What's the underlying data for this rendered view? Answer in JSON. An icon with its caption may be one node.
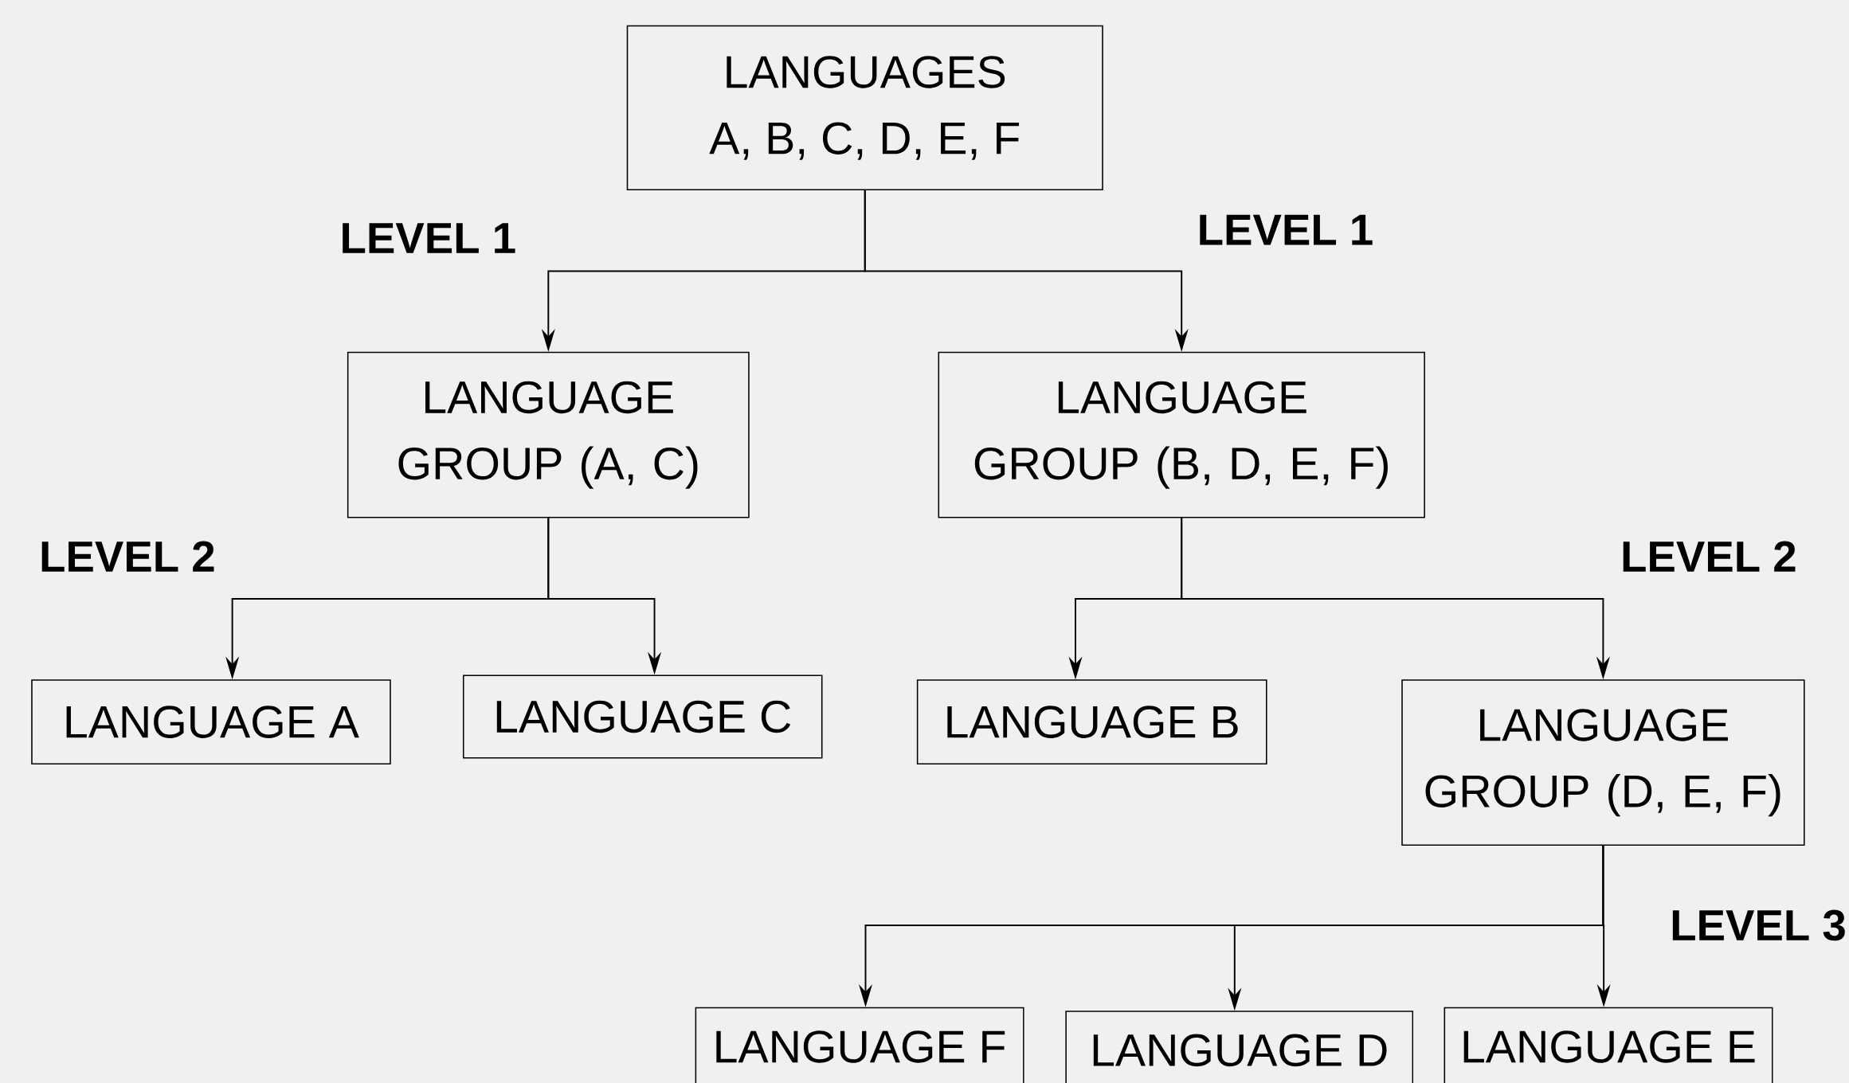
{
  "diagram": {
    "nodes": [
      {
        "text": [
          "LANGUAGES",
          "A, B, C, D, E, F"
        ]
      },
      {
        "text": [
          "LANGUAGE GROUP (A, C)"
        ]
      },
      {
        "text": [
          "LANGUAGE GROUP (B, D, E, F)"
        ]
      },
      {
        "text": [
          "LANGUAGE A"
        ]
      },
      {
        "text": [
          "LANGUAGE C"
        ]
      },
      {
        "text": [
          "LANGUAGE B"
        ]
      },
      {
        "text": [
          "LANGUAGE GROUP (D, E, F)"
        ]
      },
      {
        "text": [
          "LANGUAGE F"
        ]
      },
      {
        "text": [
          "LANGUAGE D"
        ]
      },
      {
        "text": [
          "LANGUAGE E"
        ]
      }
    ],
    "edges": [
      {
        "from": 0,
        "to": 1,
        "arrow": "to"
      },
      {
        "from": 0,
        "to": 2,
        "arrow": "to"
      },
      {
        "from": 1,
        "to": 3,
        "arrow": "to"
      },
      {
        "from": 1,
        "to": 4,
        "arrow": "to"
      },
      {
        "from": 2,
        "to": 5,
        "arrow": "to"
      },
      {
        "from": 2,
        "to": 6,
        "arrow": "to"
      },
      {
        "from": 6,
        "to": 7,
        "arrow": "to"
      },
      {
        "from": 6,
        "to": 8,
        "arrow": "to"
      },
      {
        "from": 6,
        "to": 9,
        "arrow": "to"
      }
    ],
    "labels": [
      "LEVEL 1",
      "LEVEL 1",
      "LEVEL 2",
      "LEVEL 2",
      "LEVEL 3"
    ]
  }
}
